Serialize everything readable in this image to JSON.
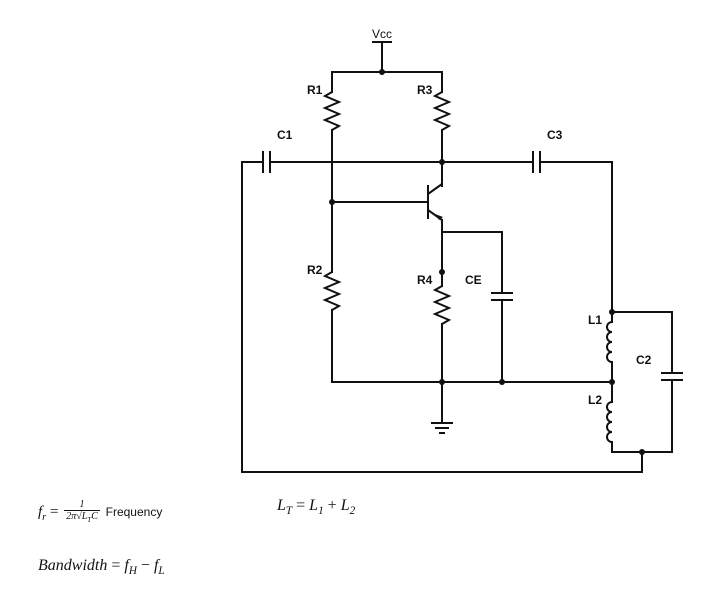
{
  "labels": {
    "vcc": "Vcc",
    "r1": "R1",
    "r2": "R2",
    "r3": "R3",
    "r4": "R4",
    "c1": "C1",
    "c2": "C2",
    "c3": "C3",
    "ce": "CE",
    "l1": "L1",
    "l2": "L2"
  },
  "equations": {
    "freq_lhs": "f",
    "freq_lhs_sub": "r",
    "freq_num": "1",
    "freq_den": "2π√L",
    "freq_den_sub": "T",
    "freq_den_tail": "C",
    "freq_label": "Frequency",
    "lt_lhs": "L",
    "lt_lhs_sub": "T",
    "lt_rhs_a": "L",
    "lt_rhs_a_sub": "1",
    "lt_rhs_b": "L",
    "lt_rhs_b_sub": "2",
    "bw_lhs": "Bandwidth",
    "bw_a": "f",
    "bw_a_sub": "H",
    "bw_b": "f",
    "bw_b_sub": "L"
  }
}
